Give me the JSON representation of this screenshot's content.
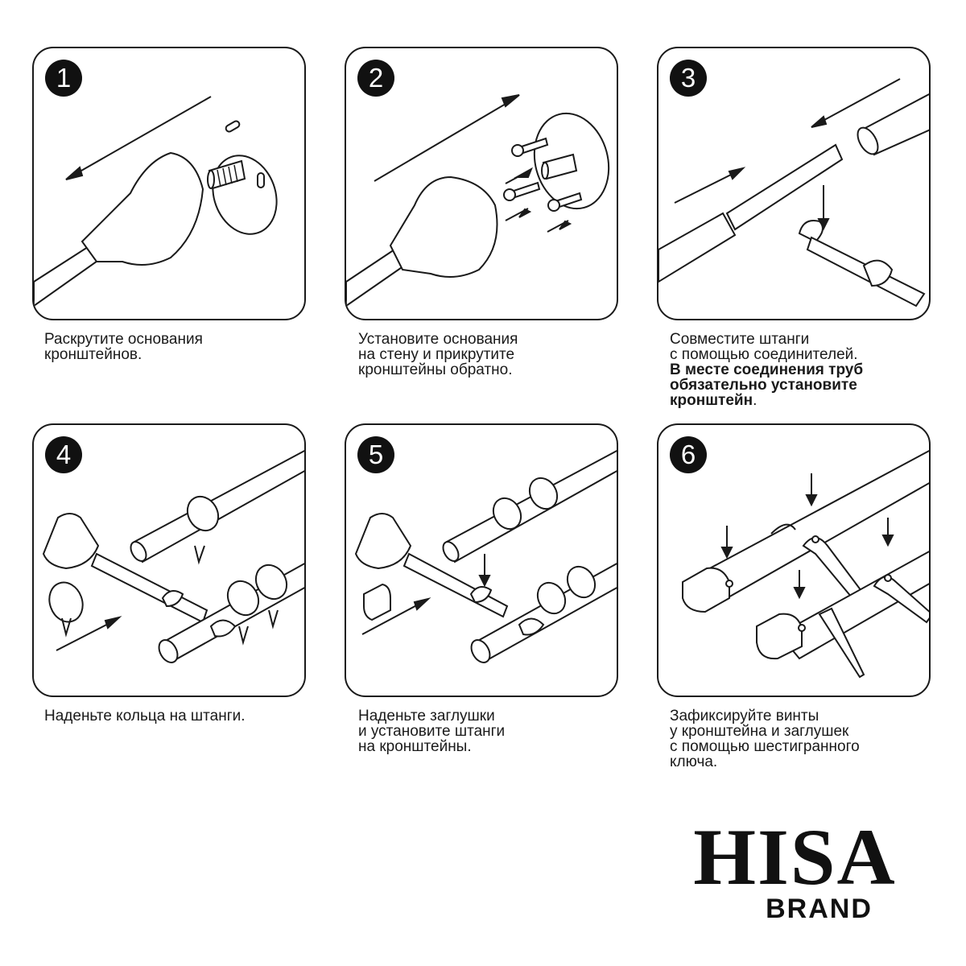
{
  "steps": [
    {
      "number": "1",
      "lines": [
        "Раскрутите основания",
        "кронштейнов."
      ]
    },
    {
      "number": "2",
      "lines": [
        "Установите основания",
        "на стену и прикрутите",
        "кронштейны обратно."
      ]
    },
    {
      "number": "3",
      "lines": [
        "Совместите штанги",
        "с помощью соединителей."
      ],
      "bold_lines": [
        "В месте соединения труб",
        "обязательно установите"
      ],
      "last_bold": "кронштейн",
      "last_tail": "."
    },
    {
      "number": "4",
      "lines": [
        "Наденьте кольца на штанги."
      ]
    },
    {
      "number": "5",
      "lines": [
        "Наденьте заглушки",
        "и установите штанги",
        "на кронштейны."
      ]
    },
    {
      "number": "6",
      "lines": [
        "Зафиксируйте винты",
        "у кронштейна и заглушек",
        "с помощью шестигранного",
        "ключа."
      ]
    }
  ],
  "brand": {
    "name": "HISA",
    "sub": "BRAND"
  }
}
